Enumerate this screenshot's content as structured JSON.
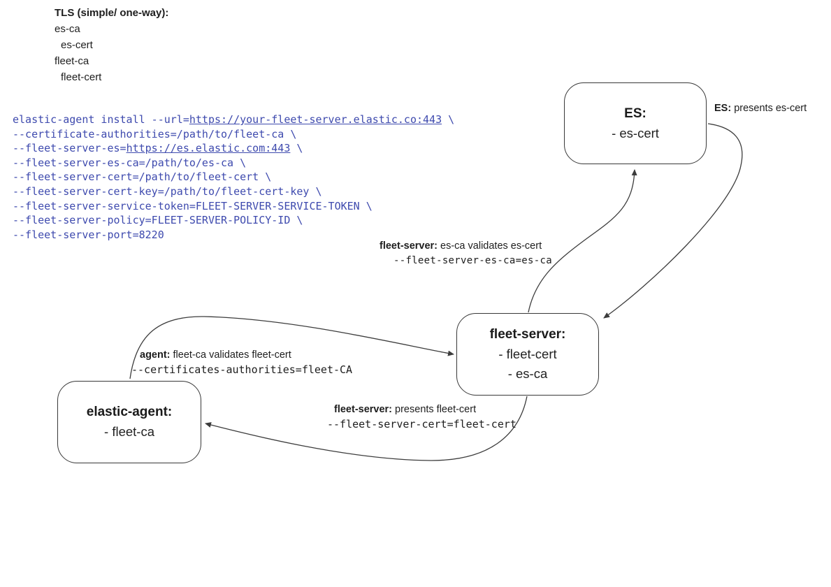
{
  "legend": {
    "title": "TLS (simple/ one-way):",
    "items": [
      {
        "text": "es-ca"
      },
      {
        "text": "es-cert"
      },
      {
        "text": "fleet-ca"
      },
      {
        "text": "fleet-cert"
      }
    ]
  },
  "code": {
    "color": "#3e4aae",
    "lines": [
      {
        "pre": "elastic-agent install --url=",
        "link": "https://your-fleet-server.elastic.co:443",
        "post": " \\"
      },
      {
        "pre": "--certificate-authorities=/path/to/fleet-ca \\"
      },
      {
        "pre": "--fleet-server-es=",
        "link": "https://es.elastic.com:443",
        "post": " \\"
      },
      {
        "pre": "--fleet-server-es-ca=/path/to/es-ca \\"
      },
      {
        "pre": "--fleet-server-cert=/path/to/fleet-cert \\"
      },
      {
        "pre": "--fleet-server-cert-key=/path/to/fleet-cert-key \\"
      },
      {
        "pre": "--fleet-server-service-token=FLEET-SERVER-SERVICE-TOKEN \\"
      },
      {
        "pre": "--fleet-server-policy=FLEET-SERVER-POLICY-ID \\"
      },
      {
        "pre": "--fleet-server-port=8220"
      }
    ]
  },
  "nodes": {
    "es": {
      "title": "ES:",
      "lines": [
        "- es-cert"
      ]
    },
    "fleet_server": {
      "title": "fleet-server:",
      "lines": [
        "- fleet-cert",
        "- es-ca"
      ]
    },
    "elastic_agent": {
      "title": "elastic-agent:",
      "lines": [
        "- fleet-ca"
      ]
    }
  },
  "edge_labels": {
    "es_presents": {
      "bold": "ES:",
      "rest": " presents es-cert"
    },
    "fleet_validates": {
      "bold": "fleet-server:",
      "rest": " es-ca validates es-cert",
      "mono": "--fleet-server-es-ca=es-ca"
    },
    "agent_validates": {
      "bold": "agent:",
      "rest": " fleet-ca validates fleet-cert",
      "mono": "--certificates-authorities=fleet-CA"
    },
    "fleet_presents": {
      "bold": "fleet-server:",
      "rest": " presents fleet-cert",
      "mono": "--fleet-server-cert=fleet-cert"
    }
  },
  "colors": {
    "code_text": "#3e4aae",
    "diagram_stroke": "#3c3c3c"
  }
}
